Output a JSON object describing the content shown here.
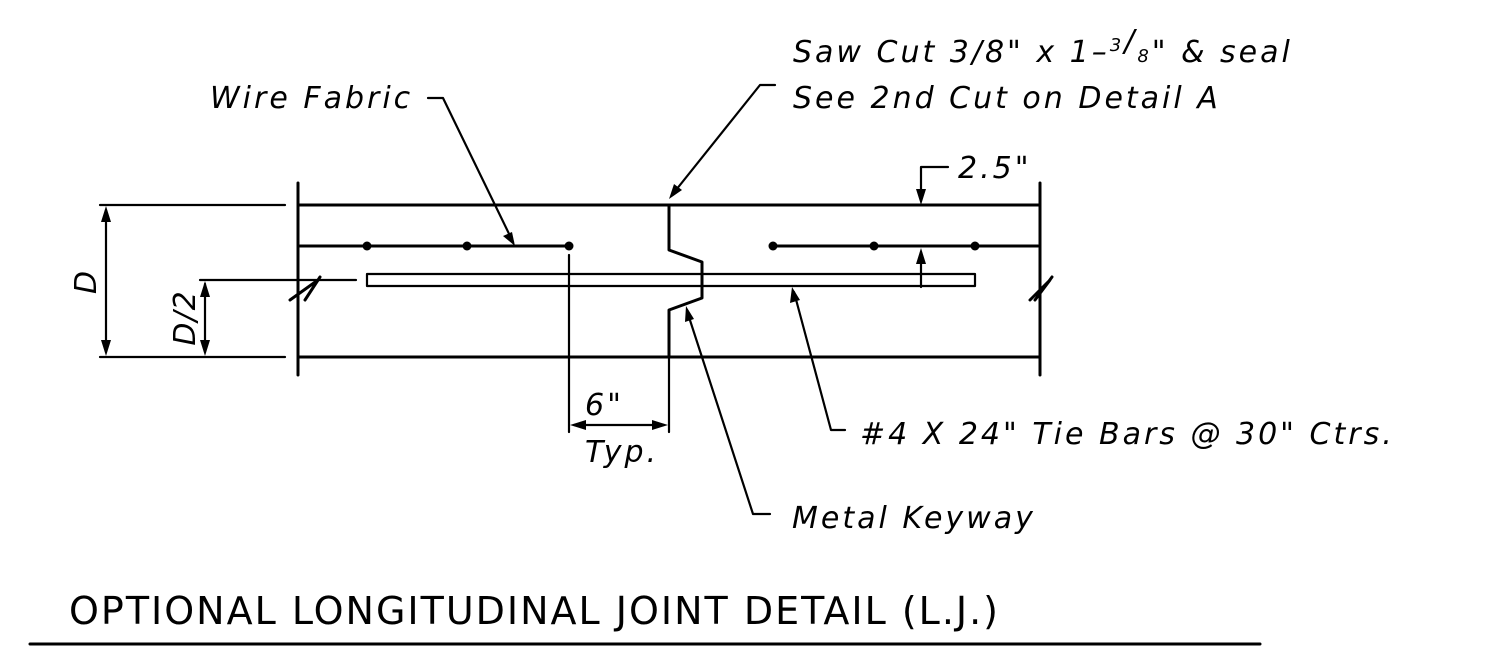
{
  "title": "OPTIONAL LONGITUDINAL JOINT DETAIL (L.J.)",
  "labels": {
    "saw_cut_line1_a": "Saw Cut 3/8\" x 1–",
    "saw_cut_frac_num": "3",
    "saw_cut_frac_den": "8",
    "saw_cut_line1_b": "\" & seal",
    "saw_cut_line2": "See 2nd Cut on Detail A",
    "wire_fabric": "Wire Fabric",
    "cover": "2.5\"",
    "depth": "D",
    "half_depth": "D/2",
    "spacing": "6\"",
    "spacing_note": "Typ.",
    "tie_bars": "#4 X 24\" Tie Bars @ 30\" Ctrs.",
    "keyway": "Metal Keyway"
  }
}
